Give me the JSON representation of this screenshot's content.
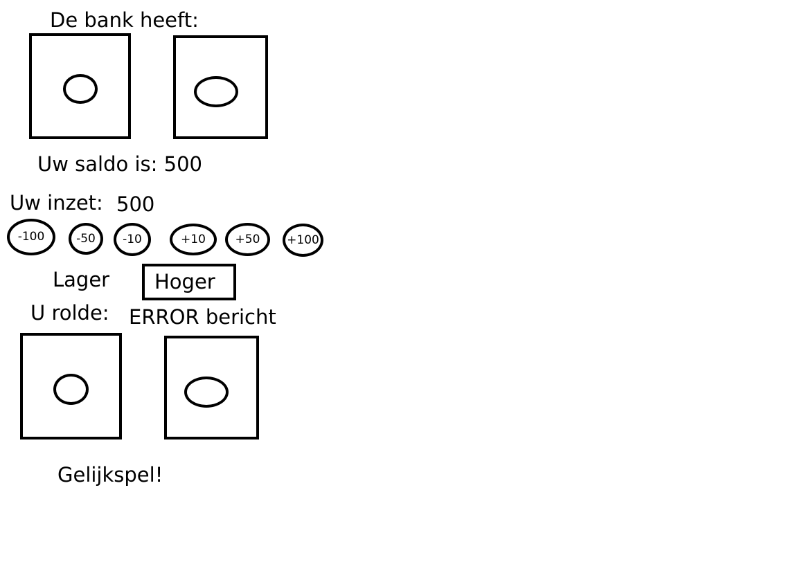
{
  "bank": {
    "label": "De bank heeft:",
    "dice_icons": [
      "die-one-icon",
      "die-one-icon"
    ]
  },
  "saldo": {
    "label": "Uw saldo is: 500"
  },
  "inzet": {
    "label": "Uw inzet:",
    "value": "500"
  },
  "chips": [
    "-100",
    "-50",
    "-10",
    "+10",
    "+50",
    "+100"
  ],
  "buttons": {
    "lower": "Lager",
    "higher": "Hoger"
  },
  "roll": {
    "label": "U rolde:",
    "dice_icons": [
      "die-one-icon",
      "die-one-icon"
    ]
  },
  "error": "ERROR bericht",
  "result": "Gelijkspel!"
}
